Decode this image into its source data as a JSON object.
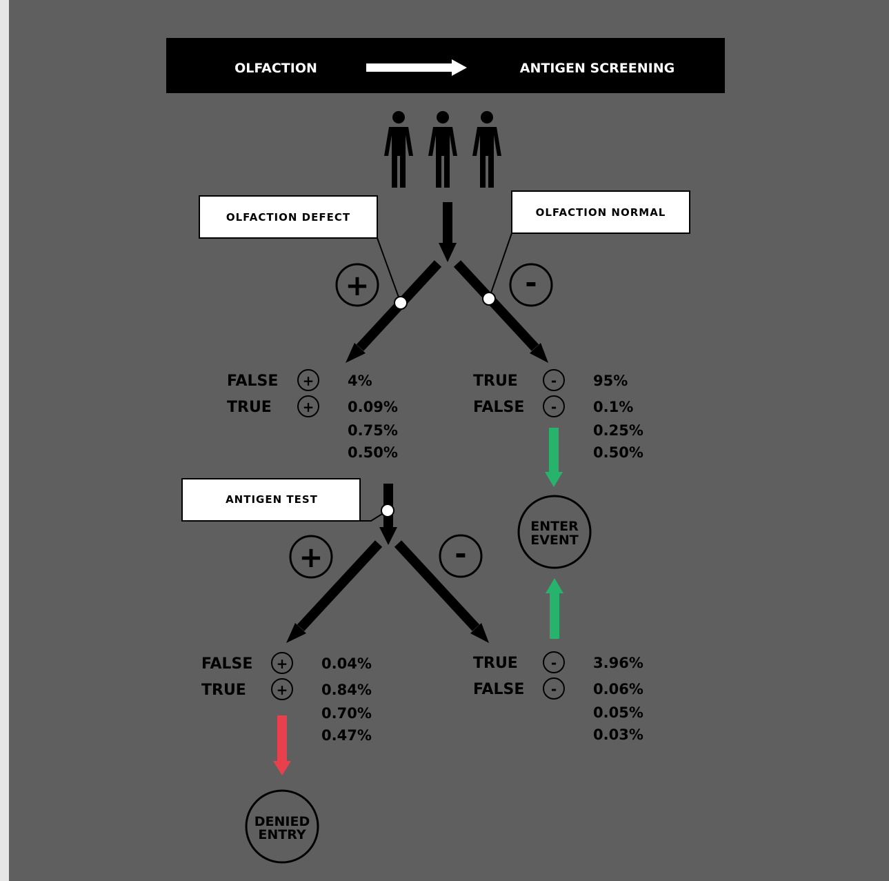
{
  "colors": {
    "background": "#5f5f5f",
    "header_bg": "#000000",
    "positive_arrow": "#e8404d",
    "negative_arrow": "#27b36b"
  },
  "header": {
    "left": "OLFACTION",
    "right": "ANTIGEN SCREENING"
  },
  "people_icon": "person-icon",
  "olfaction": {
    "defect_label": "OLFACTION DEFECT",
    "normal_label": "OLFACTION NORMAL",
    "plus_symbol": "+",
    "minus_symbol": "-",
    "positive": {
      "rows": [
        {
          "label": "FALSE",
          "symbol": "+",
          "value": "4%"
        },
        {
          "label": "TRUE",
          "symbol": "+",
          "value": "0.09%"
        }
      ],
      "extra_values": [
        "0.75%",
        "0.50%"
      ]
    },
    "negative": {
      "rows": [
        {
          "label": "TRUE",
          "symbol": "-",
          "value": "95%"
        },
        {
          "label": "FALSE",
          "symbol": "-",
          "value": "0.1%"
        }
      ],
      "extra_values": [
        "0.25%",
        "0.50%"
      ]
    }
  },
  "antigen": {
    "label": "ANTIGEN TEST",
    "plus_symbol": "+",
    "minus_symbol": "-",
    "positive": {
      "rows": [
        {
          "label": "FALSE",
          "symbol": "+",
          "value": "0.04%"
        },
        {
          "label": "TRUE",
          "symbol": "+",
          "value": "0.84%"
        }
      ],
      "extra_values": [
        "0.70%",
        "0.47%"
      ]
    },
    "negative": {
      "rows": [
        {
          "label": "TRUE",
          "symbol": "-",
          "value": "3.96%"
        },
        {
          "label": "FALSE",
          "symbol": "-",
          "value": "0.06%"
        }
      ],
      "extra_values": [
        "0.05%",
        "0.03%"
      ]
    }
  },
  "outcomes": {
    "enter": {
      "line1": "ENTER",
      "line2": "EVENT"
    },
    "denied": {
      "line1": "DENIED",
      "line2": "ENTRY"
    }
  }
}
